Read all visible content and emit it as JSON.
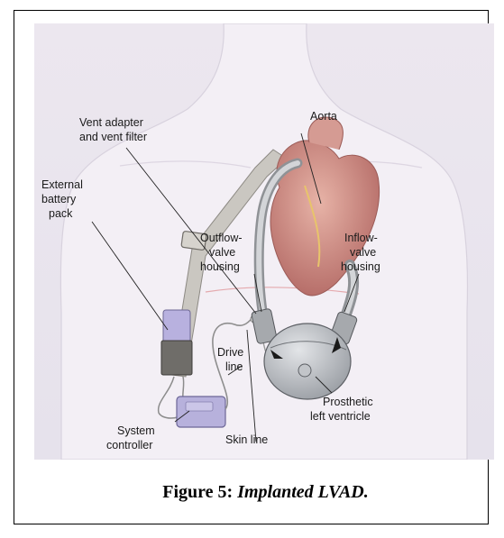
{
  "labels": {
    "vent_line1": "Vent adapter",
    "vent_line2": "and vent filter",
    "aorta": "Aorta",
    "battery_line1": "External",
    "battery_line2": "battery",
    "battery_line3": "pack",
    "outflow_line1": "Outflow-",
    "outflow_line2": "valve",
    "outflow_line3": "housing",
    "inflow_line1": "Inflow-",
    "inflow_line2": "valve",
    "inflow_line3": "housing",
    "drive_line1": "Drive",
    "drive_line2": "line",
    "prosthetic_line1": "Prosthetic",
    "prosthetic_line2": "left ventricle",
    "skin_line": "Skin line",
    "system_line1": "System",
    "system_line2": "controller"
  },
  "caption": {
    "prefix": "Figure 5:",
    "title": "Implanted LVAD."
  },
  "colors": {
    "skin_background": "#ece8f0",
    "heart": "#c98a84",
    "device": "#b9bcc0",
    "controller": "#b7b1dc",
    "strap": "#c9c7c2"
  }
}
